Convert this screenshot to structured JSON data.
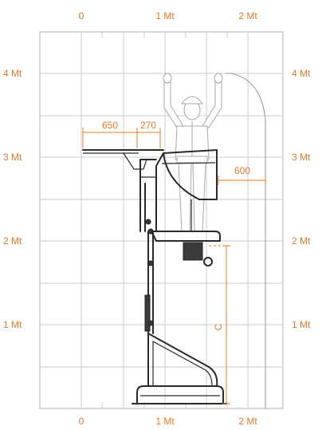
{
  "axis": {
    "x_top": [
      "0",
      "1 Mt",
      "2 Mt"
    ],
    "x_bottom": [
      "0",
      "1 Mt",
      "2 Mt"
    ],
    "y_left": [
      "4 Mt",
      "3 Mt",
      "2 Mt",
      "1 Mt"
    ],
    "y_right": [
      "4 Mt",
      "3 Mt",
      "2 Mt",
      "1 Mt"
    ]
  },
  "dimensions": {
    "d650": "650",
    "d270": "270",
    "d600": "600",
    "dC": "C"
  },
  "colors": {
    "accent": "#e07b2a",
    "grid": "#cccccc",
    "machine": "#2a2a2a",
    "person": "#a8a8a8"
  }
}
